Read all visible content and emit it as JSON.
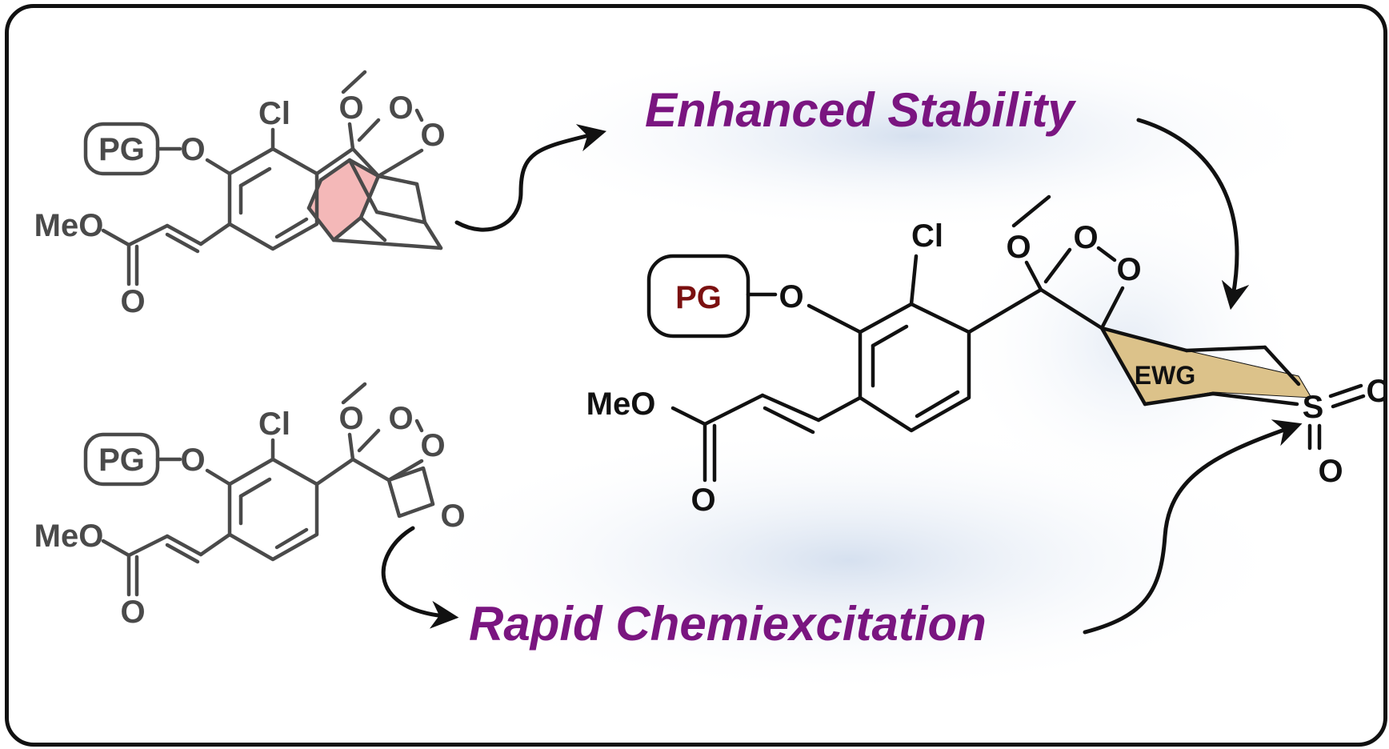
{
  "labels": {
    "enhanced_stability": "Enhanced Stability",
    "rapid_chemiexcitation": "Rapid Chemiexcitation"
  },
  "atoms": {
    "cl": "Cl",
    "o": "O",
    "pg": "PG",
    "meo": "MeO",
    "ewg": "EWG",
    "s": "S"
  },
  "colors": {
    "headline": "#7a1580",
    "pg_highlight": "#7b1010",
    "adamantane_fill": "#f4b8b8",
    "oxetane_fill": "#22e6f0",
    "sulfone_ring_fill": "#dcc28a",
    "gray_structure": "#4a4a4a",
    "black_structure": "#111111"
  }
}
